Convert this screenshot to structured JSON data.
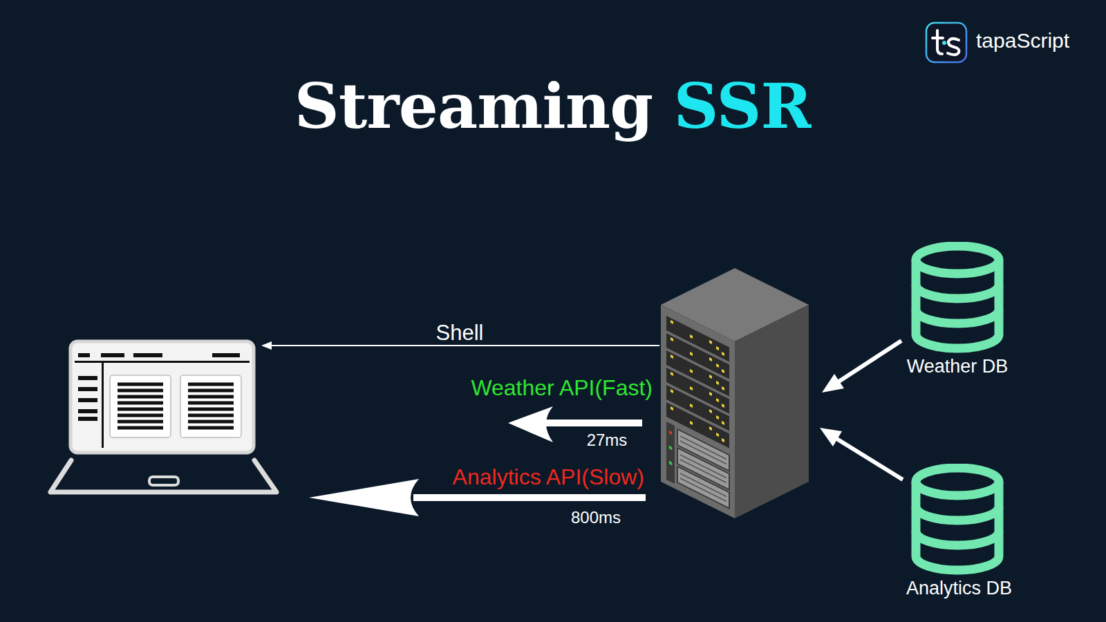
{
  "diagram": {
    "title": "Streaming SSR",
    "nodes": [
      {
        "text": [
          "Weather DB"
        ]
      },
      {
        "text": [
          "Analytics DB"
        ]
      }
    ],
    "labels": [
      "tapaScript",
      "Shell",
      "Weather API(Fast)",
      "27ms",
      "Analytics API(Slow)",
      "800ms"
    ]
  }
}
